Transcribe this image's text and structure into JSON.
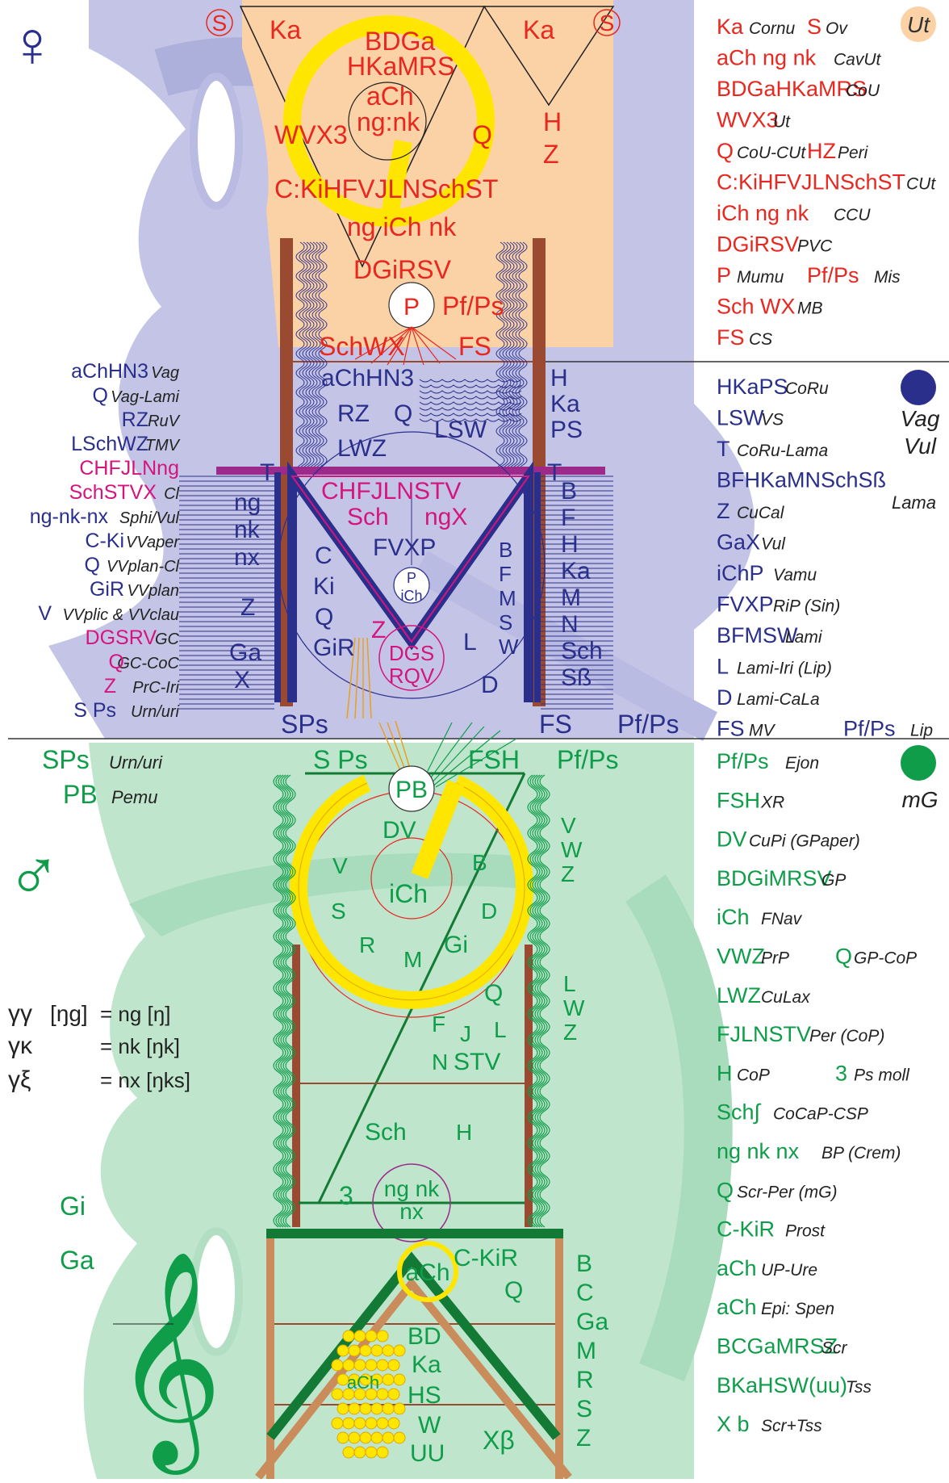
{
  "colors": {
    "red": "#e8271f",
    "navy": "#2b2f8c",
    "magenta": "#d4157f",
    "green": "#0f9d4a",
    "yellow": "#ffe600",
    "peach": "#fbd2a6",
    "lavender": "#bcbde2",
    "mint": "#bfe6cc",
    "brown": "#9b4a32",
    "tan": "#c98c5a",
    "darkgreen": "#137a35"
  },
  "symbols": {
    "female": "♀",
    "male": "♂",
    "treble_clef": "𝄞",
    "ezh": "Ʒ",
    "integral": "∫",
    "s_mark": "S"
  },
  "top": {
    "female_sign": "♀",
    "s_left": "S",
    "s_right": "S",
    "ka_left": "Ka",
    "ka_right": "Ka",
    "l1": "BDGa",
    "l2": "HKaMRS",
    "l3": "aCh",
    "l4": "ng:nk",
    "l5": "WVX3",
    "l6": "Q",
    "l7": "H",
    "l8": "Z",
    "l9": "C:KiHFVJLNSchST",
    "l10": "ng iCh nk",
    "l11": "DGiRSV",
    "l12": "P",
    "l13": "Pf/Ps",
    "l14": "SchWX",
    "l15": "FS"
  },
  "top_right": [
    {
      "code": "Ka",
      "gloss": "Cornu",
      "code2": "S",
      "gloss2": "Ov"
    },
    {
      "code": "aCh ng nk",
      "gloss": "CavUt"
    },
    {
      "code": "BDGaHKaMRS",
      "gloss": "CoU"
    },
    {
      "code": "WVX3",
      "gloss": "Ut"
    },
    {
      "code": "Q",
      "gloss": "CoU-CUt",
      "code2": "HZ",
      "gloss2": "Peri"
    },
    {
      "code": "C:KiHFVJLNSchST",
      "gloss": "CUt"
    },
    {
      "code": "iCh ng nk",
      "gloss": "CCU"
    },
    {
      "code": "DGiRSV",
      "gloss": "PVC"
    },
    {
      "code": "P",
      "gloss": "Mumu",
      "code2": "Pf/Ps",
      "gloss2": "Mis"
    },
    {
      "code": "Sch WX",
      "gloss": "MB"
    },
    {
      "code": "FS",
      "gloss": "CS"
    }
  ],
  "ut_badge": "Ut",
  "middle_left": [
    {
      "code": "aChHN3",
      "gloss": "Vag",
      "tone": "navy"
    },
    {
      "code": "Q",
      "gloss": "Vag-Lami",
      "tone": "navy"
    },
    {
      "code": "RZ",
      "gloss": "RuV",
      "tone": "navy"
    },
    {
      "code": "LSchWZ",
      "gloss": "TMV",
      "tone": "navy"
    },
    {
      "code": "CHFJLNng",
      "gloss": "",
      "tone": "magenta"
    },
    {
      "code": "SchSTVX",
      "gloss": "Cl",
      "tone": "magenta"
    },
    {
      "code": "ng-nk-nx",
      "gloss": "Sphi/Vul",
      "tone": "navy"
    },
    {
      "code": "C-Ki",
      "gloss": "VVaper",
      "tone": "navy"
    },
    {
      "code": "Q",
      "gloss": "VVplan-Cl",
      "tone": "navy"
    },
    {
      "code": "GiR",
      "gloss": "VVplan",
      "tone": "navy"
    },
    {
      "code": "V",
      "gloss": "VVplic & VVclau",
      "tone": "navy"
    },
    {
      "code": "DGSRV",
      "gloss": "GC",
      "tone": "magenta"
    },
    {
      "code": "Q",
      "gloss": "GC-CoC",
      "tone": "magenta"
    },
    {
      "code": "Z",
      "gloss": "PrC-Iri",
      "tone": "magenta"
    },
    {
      "code": "S Ps",
      "gloss": "Urn/uri",
      "tone": "navy"
    }
  ],
  "middle": {
    "l1": "aChHN3",
    "l2": "RZ",
    "l3": "Q",
    "l4": "LWZ",
    "l5": "LSW",
    "l6": "H",
    "l7": "Ka",
    "l8": "PS",
    "t_left": "T",
    "t_right": "T",
    "l9": "CHFJLNSTV",
    "l10": "Sch",
    "l11": "ngX",
    "l12": "FVXP",
    "l13": "P",
    "l14": "iCh",
    "col_left": [
      "ng",
      "nk",
      "nx"
    ],
    "l15": "Z",
    "l16": "Ga",
    "l17": "X",
    "col_mid": [
      "C",
      "Ki",
      "Q",
      "GiR"
    ],
    "z_mag": "Z",
    "dgs1": "DGS",
    "dgs2": "RQV",
    "l18": "L",
    "col_diag": [
      "B",
      "F",
      "M",
      "S",
      "W"
    ],
    "d": "D",
    "col_right": [
      "B",
      "F",
      "H",
      "Ka",
      "M",
      "N",
      "Sch",
      "Sß"
    ],
    "sps": "SPs",
    "fs": "FS",
    "pfps": "Pf/Ps"
  },
  "middle_right": [
    {
      "code": "HKaPS",
      "gloss": "CoRu"
    },
    {
      "code": "LSW",
      "gloss": "VS"
    },
    {
      "code": "T",
      "gloss": "CoRu-Lama"
    },
    {
      "code": "BFHKaMNSchSß",
      "gloss": ""
    },
    {
      "code": "Z",
      "gloss": "CuCal"
    },
    {
      "code": "GaX",
      "gloss": "Vul"
    },
    {
      "code": "iChP",
      "gloss": "Vamu"
    },
    {
      "code": "FVXP",
      "gloss": "RiP (Sin)"
    },
    {
      "code": "BFMSW",
      "gloss": "Lami"
    },
    {
      "code": "L",
      "gloss": "Lami-Iri (Lip)"
    },
    {
      "code": "D",
      "gloss": "Lami-CaLa"
    },
    {
      "code": "FS",
      "gloss": "MV",
      "code2": "Pf/Ps",
      "gloss2": "Lip"
    }
  ],
  "vag_vul": {
    "vag": "Vag",
    "vul": "Vul",
    "lama": "Lama"
  },
  "bottom_left": {
    "sps": "SPs",
    "sps_gloss": "Urn/uri",
    "pb": "PB",
    "pb_gloss": "Pemu",
    "male_sign": "♂",
    "ph1_a": "γγ",
    "ph1_b": "[ŋg]",
    "ph1_c": "= ng [ŋ]",
    "ph2_a": "γκ",
    "ph2_c": "= nk [ŋk]",
    "ph3_a": "γξ",
    "ph3_c": "= nx [ŋks]",
    "gi": "Gi",
    "ga": "Ga"
  },
  "bottom": {
    "sps": "S Ps",
    "fsh": "FSH",
    "pfps": "Pf/Ps",
    "pb": "PB",
    "dv": "DV",
    "v": "V",
    "b": "B",
    "s": "S",
    "ich": "iCh",
    "d": "D",
    "r": "R",
    "gi": "Gi",
    "m": "M",
    "q": "Q",
    "f": "F",
    "j": "J",
    "l": "L",
    "n": "N",
    "stv": "STV",
    "sch": "Sch",
    "h": "H",
    "ez": "3",
    "ngnk": "ng nk",
    "nx": "nx",
    "col_right": [
      "V",
      "W",
      "Z"
    ],
    "col_right2": [
      "L",
      "W",
      "Z"
    ],
    "ach": "aCh",
    "ckir": "C-KiR",
    "q2": "Q",
    "bd": "BD",
    "ka": "Ka",
    "hs": "HS",
    "w": "W",
    "uu": "UU",
    "xb": "Xβ",
    "ach2": "aCh",
    "col_far": [
      "B",
      "C",
      "Ga",
      "M",
      "R",
      "S",
      "Z"
    ]
  },
  "bottom_right": [
    {
      "code": "Pf/Ps",
      "gloss": "Ejon"
    },
    {
      "code": "FSH",
      "gloss": "XR"
    },
    {
      "code": "DV",
      "gloss": "CuPi (GPaper)"
    },
    {
      "code": "BDGiMRSV",
      "gloss": "GP"
    },
    {
      "code": "iCh",
      "gloss": "FNav"
    },
    {
      "code": "VWZ",
      "gloss": "PrP",
      "code2": "Q",
      "gloss2": "GP-CoP"
    },
    {
      "code": "LWZ",
      "gloss": "CuLax"
    },
    {
      "code": "FJLNSTV",
      "gloss": "Per (CoP)"
    },
    {
      "code": "H",
      "gloss": "CoP",
      "code2": "3",
      "gloss2": "Ps moll"
    },
    {
      "code": "Sch∫",
      "gloss": "CoCaP-CSP"
    },
    {
      "code": "ng nk nx",
      "gloss": "BP (Crem)"
    },
    {
      "code": "Q",
      "gloss": "Scr-Per (mG)"
    },
    {
      "code": "C-KiR",
      "gloss": "Prost"
    },
    {
      "code": "aCh",
      "gloss": "UP-Ure"
    },
    {
      "code": "aCh",
      "gloss": "Epi: Spen"
    },
    {
      "code": "BCGaMRSZ",
      "gloss": "Scr"
    },
    {
      "code": "BKaHSW(uu)",
      "gloss": "Tss"
    },
    {
      "code": "X b",
      "gloss": "Scr+Tss"
    }
  ],
  "mg_label": "mG"
}
